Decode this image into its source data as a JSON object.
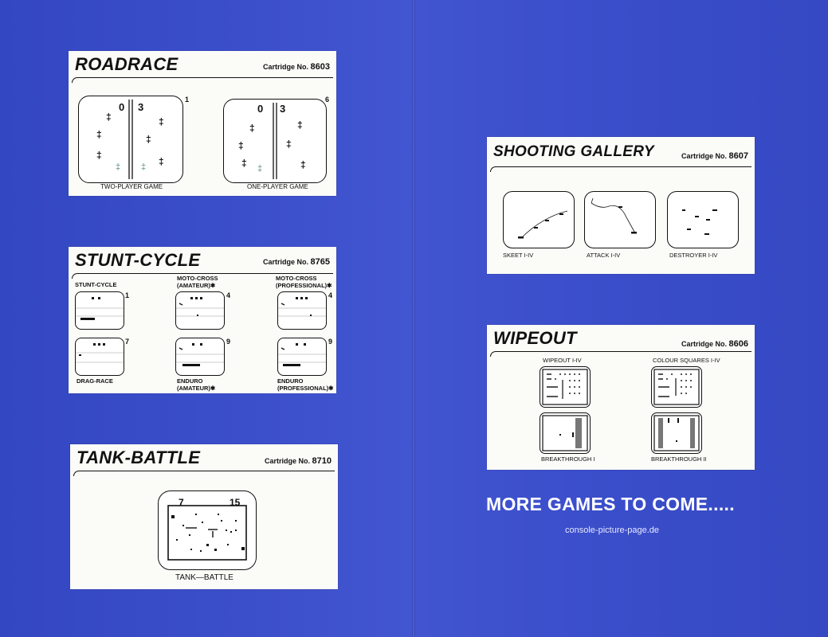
{
  "left_page": {
    "roadrace": {
      "title": "ROADRACE",
      "cartridge_label": "Cartridge No.",
      "cartridge_number": "8603",
      "screens": [
        {
          "caption": "TWO-PLAYER GAME",
          "game_number": "1"
        },
        {
          "caption": "ONE-PLAYER GAME",
          "game_number": "6"
        }
      ]
    },
    "stunt_cycle": {
      "title": "STUNT-CYCLE",
      "cartridge_label": "Cartridge No.",
      "cartridge_number": "8765",
      "games": [
        {
          "label": "STUNT-CYCLE",
          "game_number": "1"
        },
        {
          "label_line1": "MOTO-CROSS",
          "label_line2": "(AMATEUR)✱",
          "game_number": "4"
        },
        {
          "label_line1": "MOTO-CROSS",
          "label_line2": "(PROFESSIONAL)✱",
          "game_number": "4"
        },
        {
          "label": "DRAG-RACE",
          "game_number": "7"
        },
        {
          "label_line1": "ENDURO",
          "label_line2": "(AMATEUR)✱",
          "game_number": "9"
        },
        {
          "label_line1": "ENDURO",
          "label_line2": "(PROFESSIONAL)✱",
          "game_number": "9"
        }
      ]
    },
    "tank_battle": {
      "title": "TANK-BATTLE",
      "cartridge_label": "Cartridge No.",
      "cartridge_number": "8710",
      "caption": "TANK—BATTLE",
      "score_left": "7",
      "score_right": "15"
    }
  },
  "right_page": {
    "shooting_gallery": {
      "title": "SHOOTING GALLERY",
      "cartridge_label": "Cartridge No.",
      "cartridge_number": "8607",
      "screens": [
        {
          "caption": "SKEET I-IV"
        },
        {
          "caption": "ATTACK I-IV"
        },
        {
          "caption": "DESTROYER I-IV"
        }
      ]
    },
    "wipeout": {
      "title": "WIPEOUT",
      "cartridge_label": "Cartridge No.",
      "cartridge_number": "8606",
      "screens": [
        {
          "caption": "WIPEOUT I-IV"
        },
        {
          "caption": "COLOUR SQUARES I-IV"
        },
        {
          "caption": "BREAKTHROUGH I"
        },
        {
          "caption": "BREAKTHROUGH II"
        }
      ]
    },
    "footer": {
      "headline": "MORE GAMES TO COME.....",
      "source": "console-picture-page.de"
    }
  },
  "colors": {
    "background": "#3d4fc9",
    "card": "#fbfbf8",
    "ink": "#111111"
  }
}
